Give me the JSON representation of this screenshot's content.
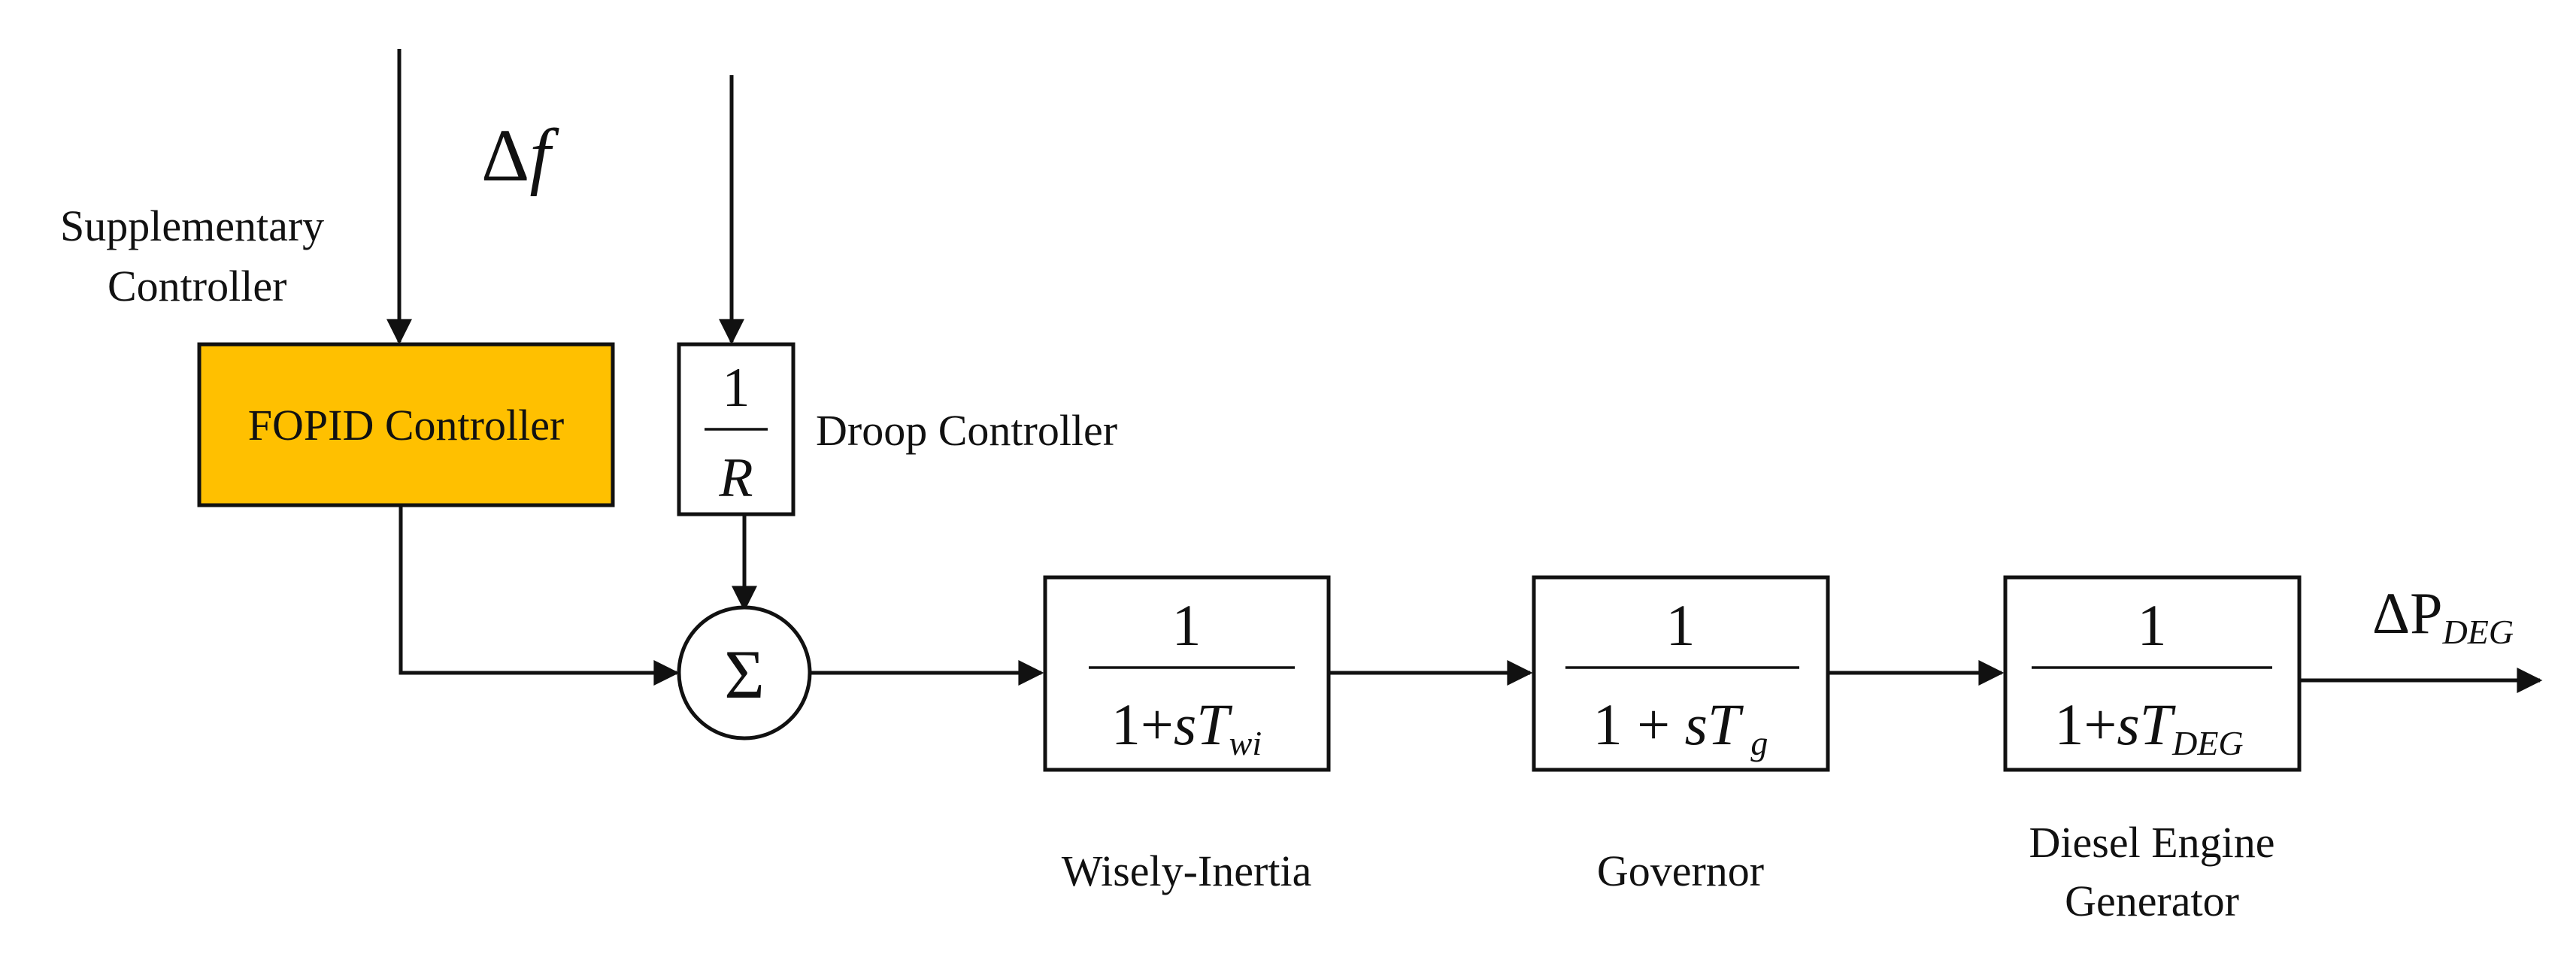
{
  "labels": {
    "delta_f": "Δf",
    "delta_f_symbol": "Δ",
    "delta_f_var": "f",
    "supplementary_line1": "Supplementary",
    "supplementary_line2": "Controller",
    "fopid": "FOPID Controller",
    "droop": "Droop Controller",
    "summation": "Σ",
    "output": "ΔP_DEG",
    "output_symbol": "ΔP",
    "output_sub": "DEG",
    "wisely_inertia": "Wisely-Inertia",
    "governor": "Governor",
    "degen_line1": "Diesel Engine",
    "degen_line2": "Generator"
  },
  "blocks": {
    "droop": {
      "numerator": "1",
      "denominator": "R"
    },
    "wisely_inertia": {
      "numerator": "1",
      "den_prefix": "1+",
      "den_s": "s",
      "den_T": "T",
      "den_sub": "wi"
    },
    "governor": {
      "numerator": "1",
      "den_prefix": "1 + ",
      "den_s": "s",
      "den_T": "T",
      "den_sub": "g"
    },
    "diesel": {
      "numerator": "1",
      "den_prefix": "1+",
      "den_s": "s",
      "den_T": "T",
      "den_sub": "DEG"
    }
  },
  "colors": {
    "fopid_fill": "#FFC000",
    "line": "#111111",
    "background": "#FFFFFF"
  }
}
